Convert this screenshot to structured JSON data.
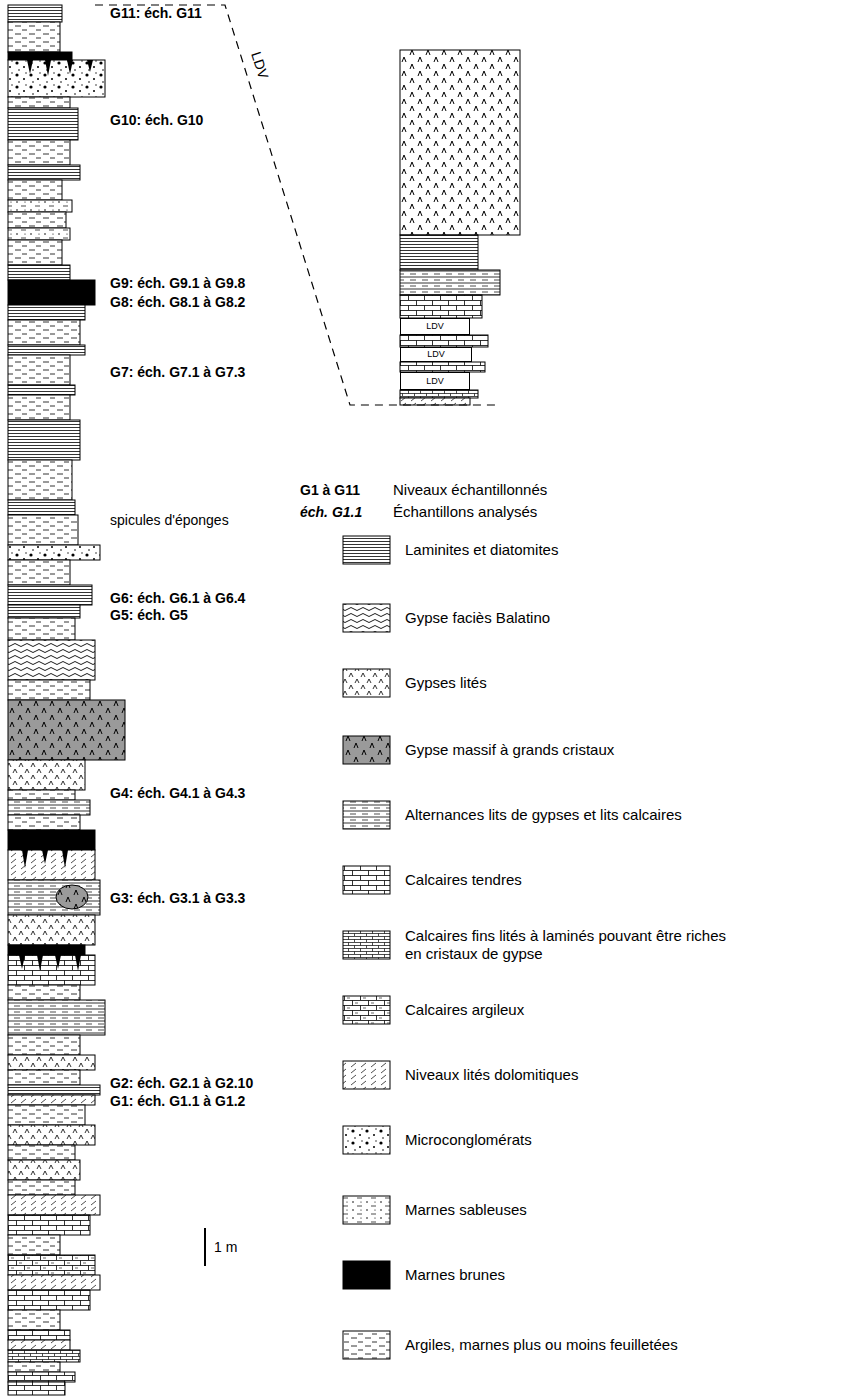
{
  "diagram": {
    "nodes": [
      {
        "text": [
          "LDV"
        ]
      },
      {
        "text": [
          "LDV"
        ]
      },
      {
        "text": [
          "LDV"
        ]
      }
    ],
    "labels": [
      "G11: éch. G11",
      "G10: éch. G10",
      "LDV",
      "G9: éch. G9.1 à G9.8",
      "G8: éch. G8.1 à G8.2",
      "G7: éch. G7.1 à G7.3",
      "spicules d'éponges",
      "G6: éch. G6.1 à G6.4",
      "G5: éch. G5",
      "G4: éch. G4.1 à G4.3",
      "G3: éch. G3.1 à G3.3",
      "G2: éch. G2.1 à G2.10",
      "G1: éch. G1.1 à G1.2",
      "G1 à G11",
      "éch. G1.1",
      "1 m"
    ],
    "legend": [
      {
        "text": "Niveaux échantillonnés"
      },
      {
        "text": "Échantillons analysés"
      },
      {
        "text": "Laminites et diatomites"
      },
      {
        "text": "Gypse faciès Balatino"
      },
      {
        "text": "Gypses lités"
      },
      {
        "text": "Gypse massif à grands cristaux"
      },
      {
        "text": "Alternances lits de gypses et lits calcaires"
      },
      {
        "text": "Calcaires tendres"
      },
      {
        "text": "Calcaires fins lités à laminés pouvant être riches en cristaux de gypse"
      },
      {
        "text": "Calcaires argileux"
      },
      {
        "text": "Niveaux lités dolomitiques"
      },
      {
        "text": "Microconglomérats"
      },
      {
        "text": "Marnes sableuses"
      },
      {
        "text": "Marnes brunes",
        "color": "#000000"
      },
      {
        "text": "Argiles, marnes plus ou moins feuilletées"
      }
    ]
  }
}
